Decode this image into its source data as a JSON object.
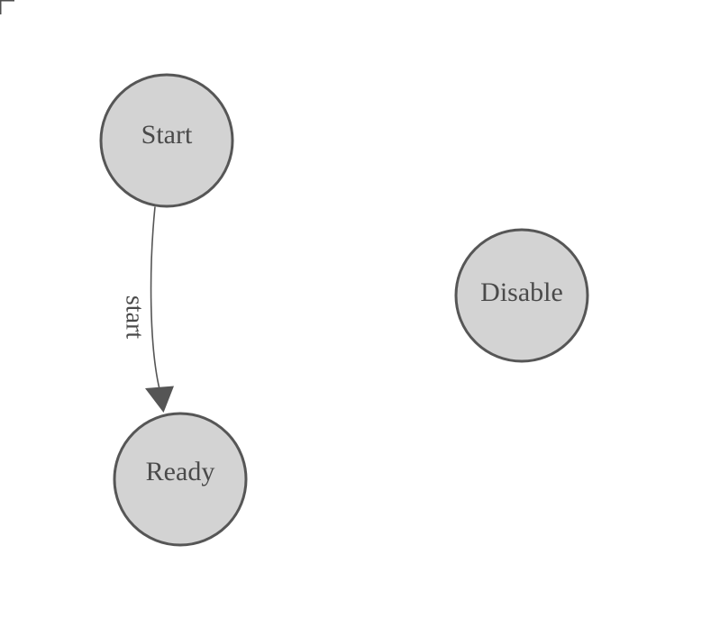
{
  "diagram": {
    "nodes": [
      {
        "id": "start",
        "label": "Start"
      },
      {
        "id": "ready",
        "label": "Ready"
      },
      {
        "id": "disable",
        "label": "Disable"
      }
    ],
    "edges": [
      {
        "from": "Start",
        "to": "Ready",
        "label": "start"
      }
    ],
    "colors": {
      "background": "#ffffff",
      "node_fill": "#d3d3d3",
      "node_stroke": "#565656",
      "edge_stroke": "#555555",
      "label_text": "#4a4a4a",
      "corner_mark": "#4f4f4f"
    }
  }
}
